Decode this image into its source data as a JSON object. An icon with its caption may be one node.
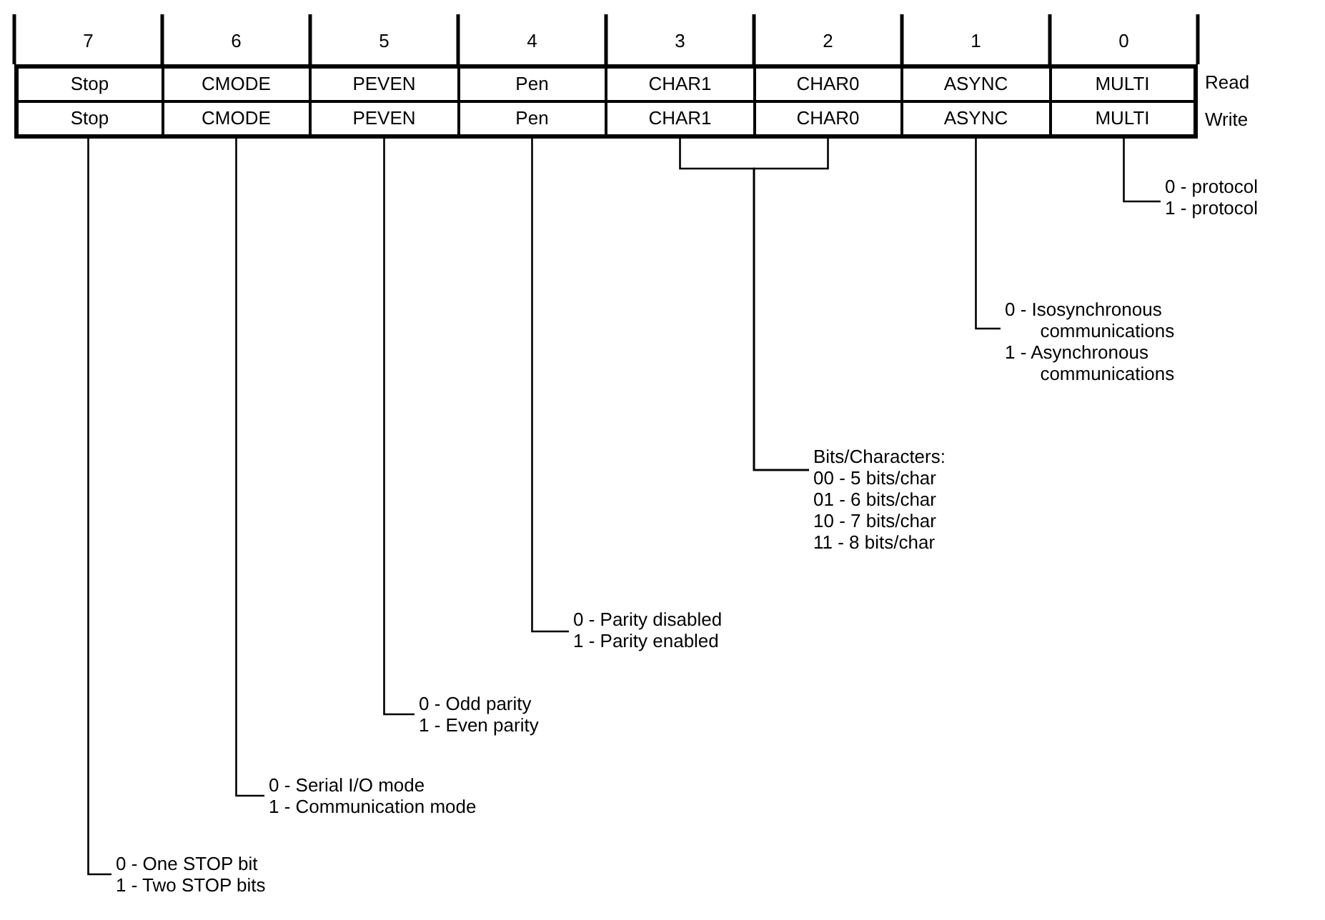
{
  "diagram": {
    "nodes": [
      {
        "text": [
          "Stop"
        ]
      },
      {
        "text": [
          "CMODE"
        ]
      },
      {
        "text": [
          "PEVEN"
        ]
      },
      {
        "text": [
          "Pen"
        ]
      },
      {
        "text": [
          "CHAR1"
        ]
      },
      {
        "text": [
          "CHAR0"
        ]
      },
      {
        "text": [
          "ASYNC"
        ]
      },
      {
        "text": [
          "MULTI"
        ]
      },
      {
        "text": [
          "Stop"
        ]
      },
      {
        "text": [
          "CMODE"
        ]
      },
      {
        "text": [
          "PEVEN"
        ]
      },
      {
        "text": [
          "Pen"
        ]
      },
      {
        "text": [
          "CHAR1"
        ]
      },
      {
        "text": [
          "CHAR0"
        ]
      },
      {
        "text": [
          "ASYNC"
        ]
      },
      {
        "text": [
          "MULTI"
        ]
      },
      {
        "text": [
          "0 - protocol",
          "1 - protocol"
        ]
      },
      {
        "text": [
          "0 - Isosynchronous communications",
          "1 - Asynchronous communications"
        ]
      },
      {
        "text": [
          "Bits/Characters:",
          "00 - 5 bits/char",
          "01 - 6 bits/char",
          "10 - 7 bits/char",
          "11 - 8 bits/char"
        ]
      },
      {
        "text": [
          "0 - Parity disabled",
          "1 - Parity enabled"
        ]
      },
      {
        "text": [
          "0 - Odd parity",
          "1 - Even parity"
        ]
      },
      {
        "text": [
          "0 - Serial I/O mode",
          "1 - Communication mode"
        ]
      },
      {
        "text": [
          "0 - One STOP bit",
          "1 - Two STOP bits"
        ]
      }
    ],
    "edges": [
      {
        "from": 15,
        "to": 16,
        "arrow": "none"
      },
      {
        "from": 14,
        "to": 17,
        "arrow": "none"
      },
      {
        "from": 12,
        "to": 18,
        "arrow": "none"
      },
      {
        "from": 13,
        "to": 18,
        "arrow": "none"
      },
      {
        "from": 11,
        "to": 19,
        "arrow": "none"
      },
      {
        "from": 10,
        "to": 20,
        "arrow": "none"
      },
      {
        "from": 9,
        "to": 21,
        "arrow": "none"
      },
      {
        "from": 8,
        "to": 22,
        "arrow": "none"
      }
    ],
    "labels": [
      "7",
      "6",
      "5",
      "4",
      "3",
      "2",
      "1",
      "0",
      "Read",
      "Write"
    ]
  }
}
